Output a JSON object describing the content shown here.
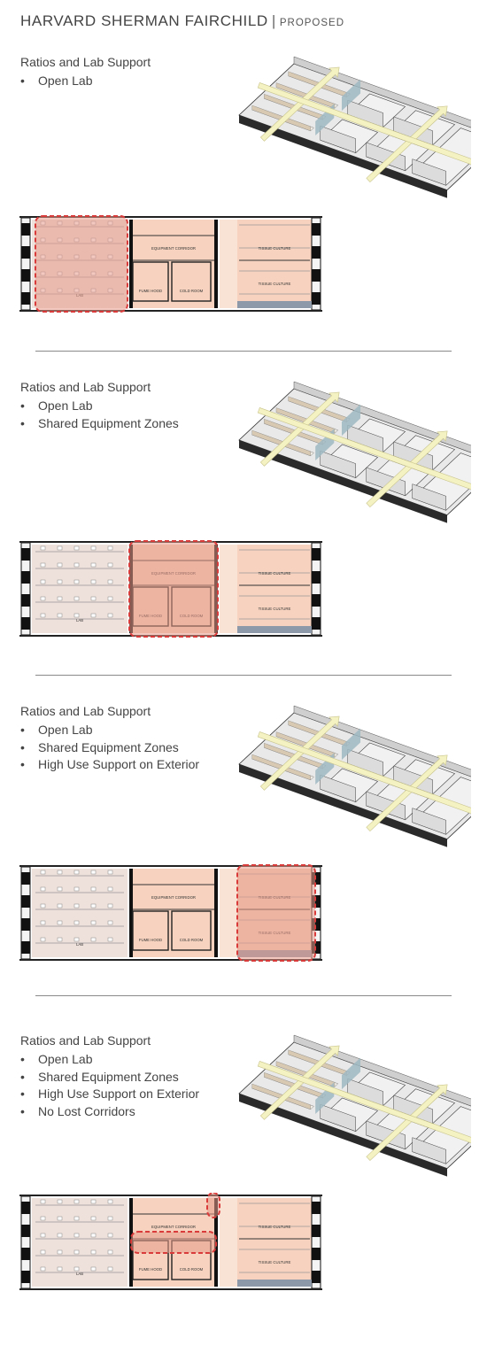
{
  "title": {
    "main": "Harvard Sherman Fairchild",
    "separator": "|",
    "sub": "Proposed"
  },
  "plan_labels": {
    "lab": "LAB",
    "equipment_corridor": "EQUIPMENT CORRIDOR",
    "fume_hood": "FUME HOOD",
    "cold_room": "COLD ROOM",
    "tissue_culture": "TISSUE CULTURE"
  },
  "sections": [
    {
      "heading": "Ratios and Lab Support",
      "items": [
        "Open Lab"
      ],
      "highlight": "open-lab"
    },
    {
      "heading": "Ratios and Lab Support",
      "items": [
        "Open Lab",
        "Shared Equipment Zones"
      ],
      "highlight": "equipment-zone"
    },
    {
      "heading": "Ratios and Lab Support",
      "items": [
        "Open Lab",
        "Shared Equipment Zones",
        "High Use Support on Exterior"
      ],
      "highlight": "exterior-support"
    },
    {
      "heading": "Ratios and Lab Support",
      "items": [
        "Open Lab",
        "Shared Equipment Zones",
        "High Use Support on Exterior",
        "No Lost Corridors"
      ],
      "highlight": "no-lost-corridors"
    }
  ],
  "colors": {
    "lab_fill": "#eee0da",
    "support_fill": "#f7d3bf",
    "highlight_fill": "#e89a8a",
    "highlight_stroke": "#d93b3b",
    "arrow": "#f4f2c2",
    "glass": "#9fb8c2",
    "wall": "#111111"
  }
}
